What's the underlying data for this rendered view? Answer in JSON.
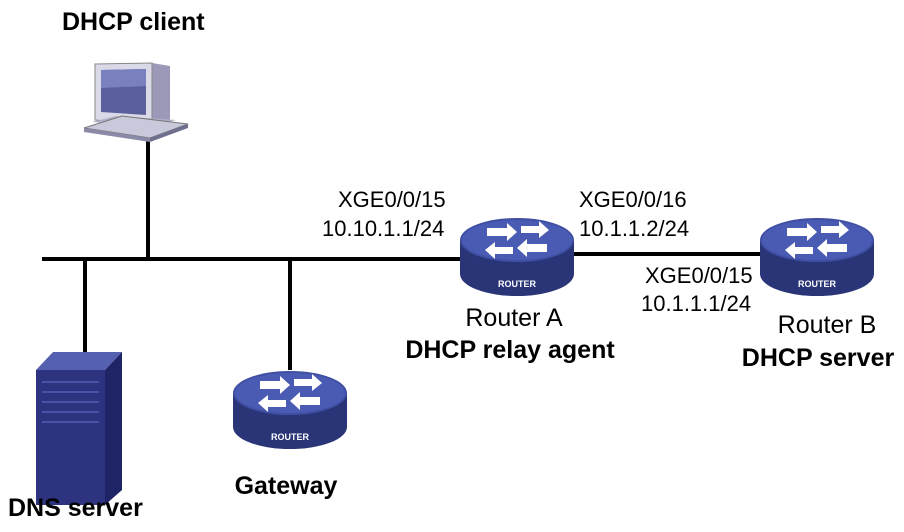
{
  "labels": {
    "dhcp_client": "DHCP client",
    "dns_server": "DNS server",
    "gateway": "Gateway",
    "router_a_name": "Router A",
    "router_a_role": "DHCP relay agent",
    "router_b_name": "Router B",
    "router_b_role": "DHCP server",
    "router_a_if1_name": "XGE0/0/15",
    "router_a_if1_ip": "10.10.1.1/24",
    "router_a_if2_name": "XGE0/0/16",
    "router_a_if2_ip": "10.1.1.2/24",
    "router_b_if_name": "XGE0/0/15",
    "router_b_if_ip": "10.1.1.1/24",
    "router_badge": "ROUTER"
  },
  "colors": {
    "router_top": "#3f4fa3",
    "router_body": "#2a3578",
    "pc_body": "#c9c9dc",
    "pc_screen": "#5a5f9c",
    "server_body": "#2e3380",
    "line": "#000000"
  },
  "icons": {
    "client": "pc-icon",
    "dns": "server-icon",
    "routers": "router-icon"
  }
}
